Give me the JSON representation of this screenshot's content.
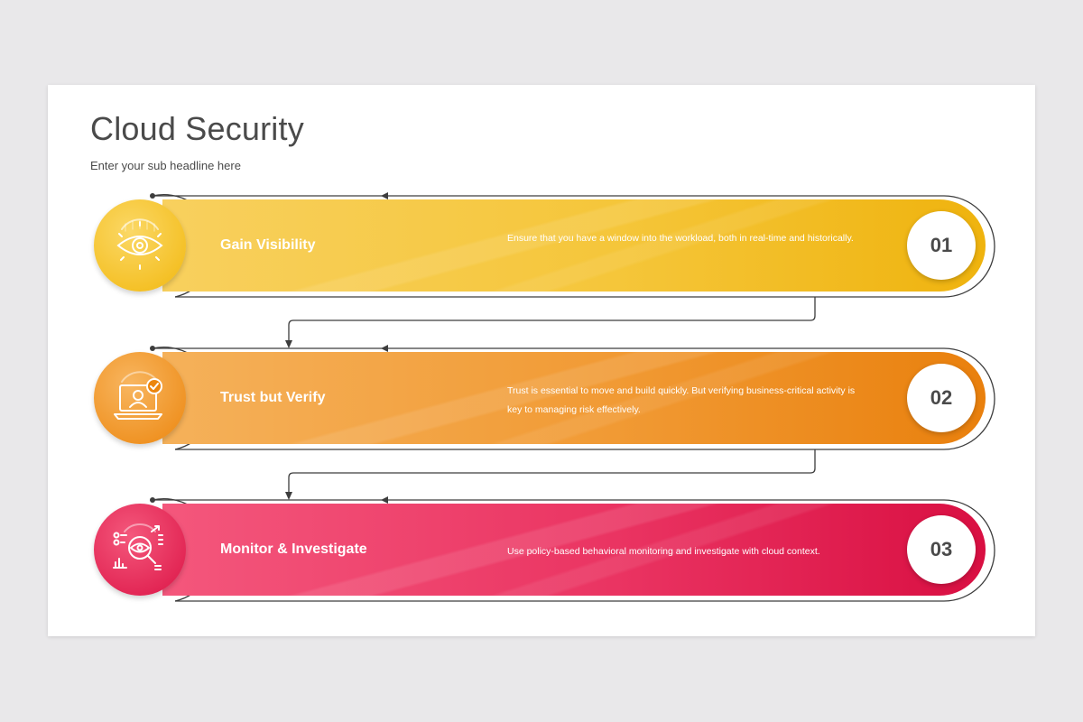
{
  "slide": {
    "title": "Cloud Security",
    "subtitle": "Enter your sub headline here"
  },
  "steps": [
    {
      "title": "Gain Visibility",
      "description": "Ensure that you have a window into the workload, both in real-time and historically.",
      "number": "01",
      "icon": "eye-icon",
      "color_start": "#f8d05e",
      "color_end": "#efb30e"
    },
    {
      "title": "Trust but Verify",
      "description": "Trust is essential to move and build quickly. But verifying business-critical activity is key to managing risk effectively.",
      "number": "02",
      "icon": "laptop-user-check-icon",
      "color_start": "#f5b15a",
      "color_end": "#e9800d"
    },
    {
      "title": "Monitor & Investigate",
      "description": "Use policy-based behavioral monitoring and investigate with cloud context.",
      "number": "03",
      "icon": "magnifier-eye-analytics-icon",
      "color_start": "#f4577c",
      "color_end": "#d90f42"
    }
  ],
  "colors": {
    "background": "#e9e8ea",
    "title_text": "#4a4a4a",
    "connector": "#3d3d3d"
  }
}
